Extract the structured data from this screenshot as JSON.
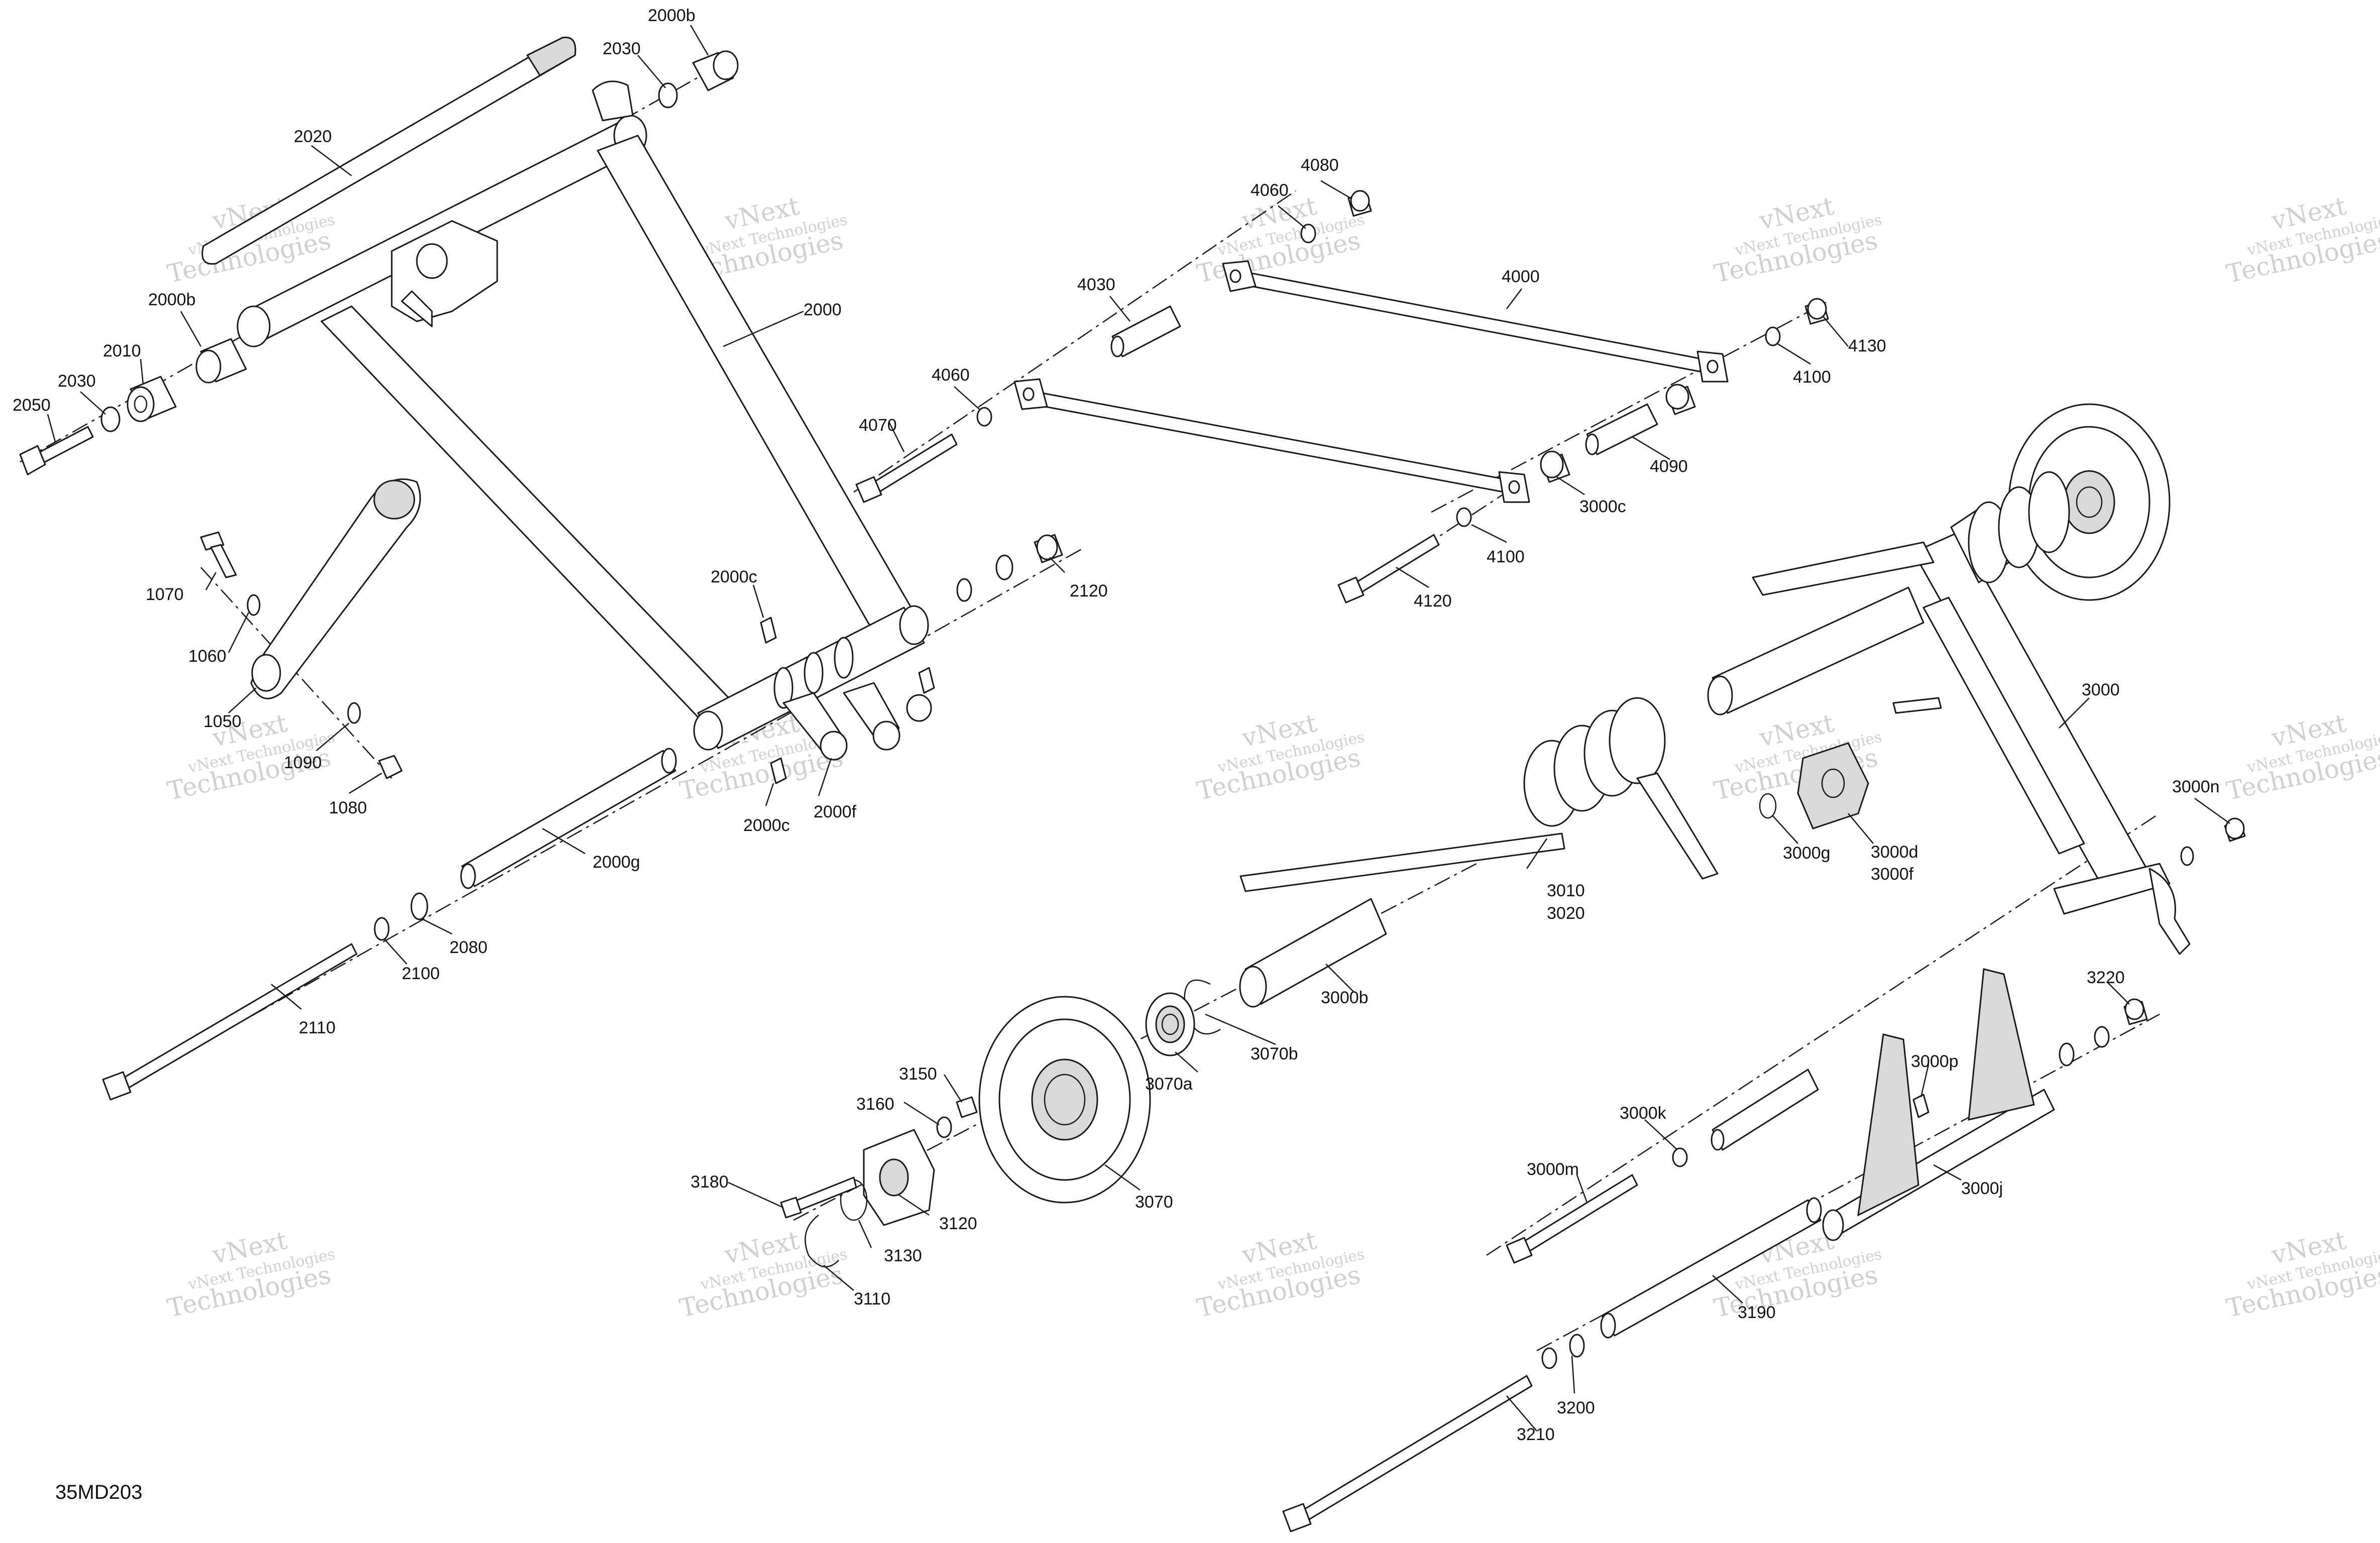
{
  "figure_id": "35MD203",
  "watermark_lines": [
    "vNext",
    "vNext Technologies",
    "Technologies"
  ],
  "callouts": {
    "c2000b_top": "2000b",
    "c2030_top": "2030",
    "c2020": "2020",
    "c2000": "2000",
    "c2000b_left": "2000b",
    "c2010": "2010",
    "c2030_left": "2030",
    "c2050": "2050",
    "c1070": "1070",
    "c1060": "1060",
    "c1050": "1050",
    "c1090": "1090",
    "c1080": "1080",
    "c2000c_top": "2000c",
    "c2000c_bottom": "2000c",
    "c2000f": "2000f",
    "c2120": "2120",
    "c2000g": "2000g",
    "c2080": "2080",
    "c2100": "2100",
    "c2110": "2110",
    "c4080": "4080",
    "c4060_top": "4060",
    "c4030": "4030",
    "c4060_mid": "4060",
    "c4070": "4070",
    "c4000": "4000",
    "c4130": "4130",
    "c4100_top": "4100",
    "c4090": "4090",
    "c3000c": "3000c",
    "c4100_bottom": "4100",
    "c4120": "4120",
    "c3000": "3000",
    "c3000n": "3000n",
    "c3010": "3010",
    "c3020": "3020",
    "c3000g": "3000g",
    "c3000d": "3000d",
    "c3000f": "3000f",
    "c3000b": "3000b",
    "c3070b": "3070b",
    "c3070a": "3070a",
    "c3070": "3070",
    "c3150": "3150",
    "c3160": "3160",
    "c3180": "3180",
    "c3120": "3120",
    "c3130": "3130",
    "c3110": "3110",
    "c3220": "3220",
    "c3000p": "3000p",
    "c3000k": "3000k",
    "c3000m": "3000m",
    "c3000j": "3000j",
    "c3190": "3190",
    "c3200": "3200",
    "c3210": "3210"
  }
}
